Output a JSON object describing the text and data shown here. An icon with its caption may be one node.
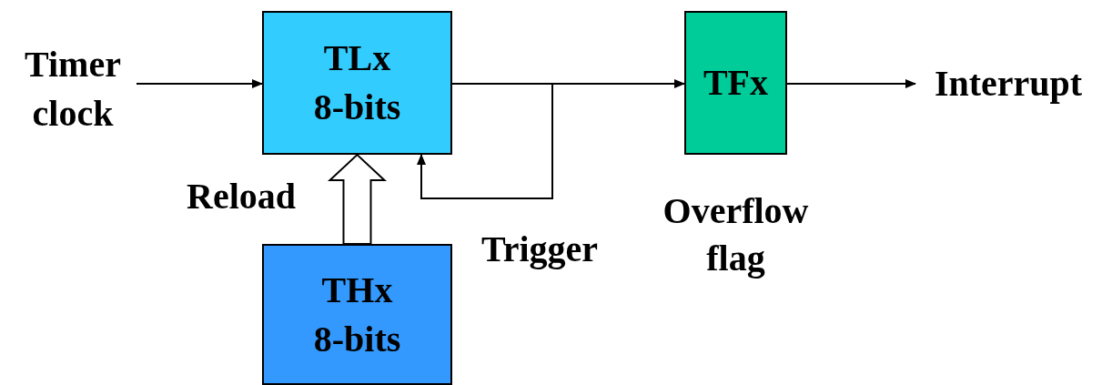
{
  "diagram": {
    "nodes": [
      {
        "text": [
          "Timer clock"
        ]
      },
      {
        "text": [
          "TLx",
          "8-bits"
        ]
      },
      {
        "text": [
          "THx",
          "8-bits"
        ]
      },
      {
        "text": [
          "TFx"
        ],
        "beside": [
          "Overflow flag"
        ]
      },
      {
        "text": [
          "Interrupt"
        ]
      }
    ],
    "edges": [
      {
        "from": 0,
        "to": 1,
        "arrow": "to"
      },
      {
        "from": 2,
        "to": 1,
        "arrow": "to",
        "label": "Reload",
        "style": "thick"
      },
      {
        "from": 1,
        "to": 3,
        "arrow": "to"
      },
      {
        "from": 1,
        "to": 1,
        "arrow": "to",
        "label": "Trigger"
      },
      {
        "from": 3,
        "to": 4,
        "arrow": "to"
      }
    ]
  }
}
